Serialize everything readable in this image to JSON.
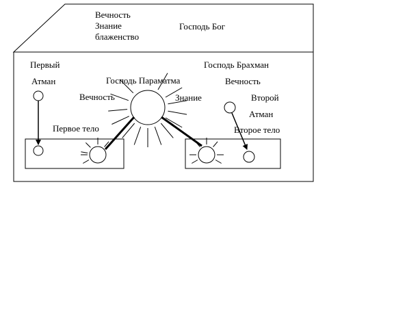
{
  "roof_labels": {
    "eternity": "Вечность",
    "knowledge": "Знание",
    "bliss": "блаженство",
    "lord_god": "Господь Бог"
  },
  "center": {
    "lord_paramatma": "Господь Параматма",
    "eternity": "Вечность",
    "knowledge": "Знание"
  },
  "left": {
    "first": "Первый",
    "atman": "Атман",
    "first_body": "Первое тело"
  },
  "right": {
    "lord_brahman": "Господь Брахман",
    "eternity": "Вечность",
    "second": "Второй",
    "atman": "Атман",
    "second_body": "Второе тело"
  },
  "colors": {
    "stroke": "#000000",
    "background": "#ffffff"
  }
}
